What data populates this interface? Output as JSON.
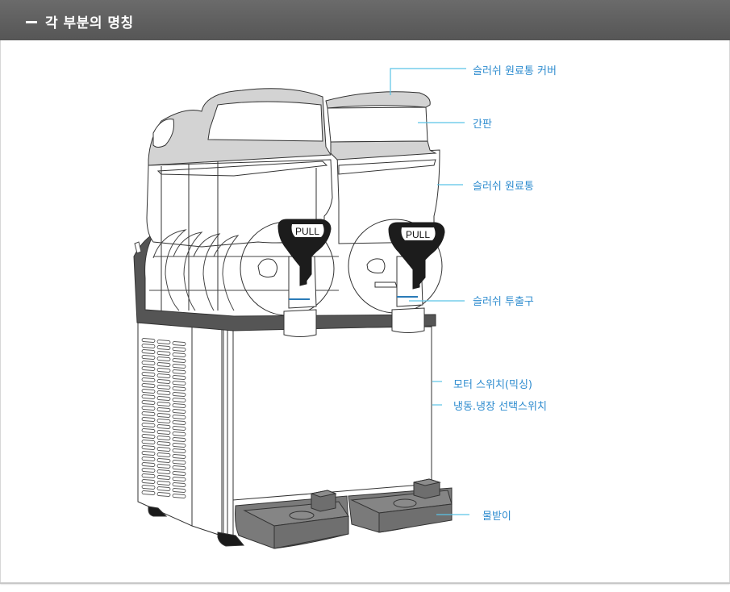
{
  "header": {
    "title": "각 부분의 명칭",
    "dash_icon": "dash-icon"
  },
  "colors": {
    "header_bg": "#5f5f5f",
    "label_text": "#2e8ccf",
    "leader_line": "#5bc3e6",
    "cover_gray": "#d3d3d3",
    "base_dark": "#555555",
    "tray_gray": "#7a7a7a"
  },
  "diagram": {
    "handle_labels": [
      "PULL",
      "PULL"
    ],
    "parts": [
      {
        "id": "cover",
        "label": "슬러쉬 원료통 커버"
      },
      {
        "id": "signboard",
        "label": "간판"
      },
      {
        "id": "bowl",
        "label": "슬러쉬 원료통"
      },
      {
        "id": "outlet",
        "label": "슬러쉬 투출구"
      },
      {
        "id": "motor-switch",
        "label": "모터 스위치(믹싱)"
      },
      {
        "id": "mode-switch",
        "label": "냉동.냉장 선택스위치"
      },
      {
        "id": "drip-tray",
        "label": "물받이"
      }
    ]
  }
}
